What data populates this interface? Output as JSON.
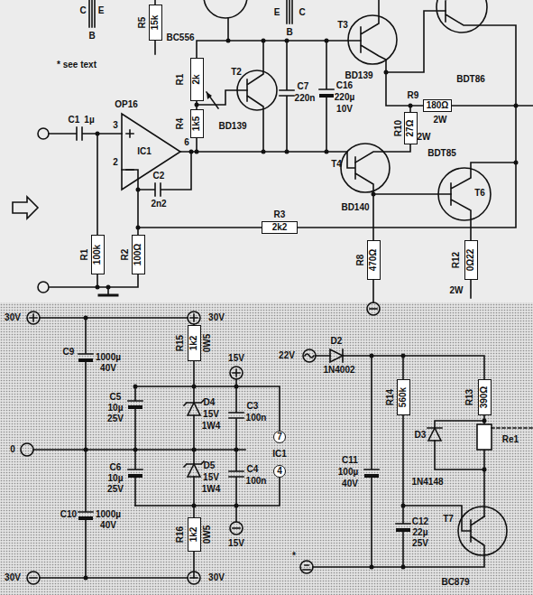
{
  "diagram": {
    "nodes": [
      {
        "text": [
          "15k"
        ]
      },
      {
        "text": [
          "2k"
        ]
      },
      {
        "text": [
          "1k5"
        ]
      },
      {
        "text": [
          "180Ω"
        ]
      },
      {
        "text": [
          "27Ω"
        ]
      },
      {
        "text": [
          "2k2"
        ]
      },
      {
        "text": [
          "100k"
        ]
      },
      {
        "text": [
          "100Ω"
        ]
      },
      {
        "text": [
          "470Ω"
        ]
      },
      {
        "text": [
          "0Ω22"
        ]
      },
      {
        "text": [
          "1k2"
        ]
      },
      {
        "text": [
          "1k2"
        ]
      },
      {
        "text": [
          "560k"
        ]
      },
      {
        "text": [
          "390Ω"
        ]
      },
      {
        "text": [
          "7"
        ]
      },
      {
        "text": [
          "4"
        ]
      }
    ],
    "labels": [
      "C",
      "E",
      "B",
      "* see text",
      "R5",
      "BC556",
      "E",
      "C",
      "B",
      "R1",
      "R4",
      "T2",
      "BD139",
      "C7",
      "220n",
      "C16",
      "220µ",
      "10V",
      "T3",
      "BD139",
      "BDT86",
      "R9",
      "2W",
      "R10",
      "2W",
      "OP16",
      "IC1",
      "3",
      "2",
      "6",
      "C1",
      "1µ",
      "C2",
      "2n2",
      "T4",
      "BD140",
      "BDT85",
      "T6",
      "R3",
      "R1",
      "R2",
      "R8",
      "R12",
      "2W",
      "30V",
      "30V",
      "R15",
      "0W5",
      "C9",
      "1000µ",
      "40V",
      "15V",
      "C5",
      "10µ",
      "25V",
      "D4",
      "15V",
      "1W4",
      "C3",
      "100n",
      "0",
      "IC1",
      "C6",
      "10µ",
      "25V",
      "D5",
      "15V",
      "1W4",
      "C4",
      "100n",
      "C10",
      "1000µ",
      "40V",
      "R16",
      "0W5",
      "15V",
      "30V",
      "30V",
      "22V",
      "D2",
      "1N4002",
      "R14",
      "R13",
      "D3",
      "1N4148",
      "Re1",
      "C11",
      "100µ",
      "40V",
      "T7",
      "C12",
      "22µ",
      "25V",
      "BC879",
      "*"
    ]
  }
}
